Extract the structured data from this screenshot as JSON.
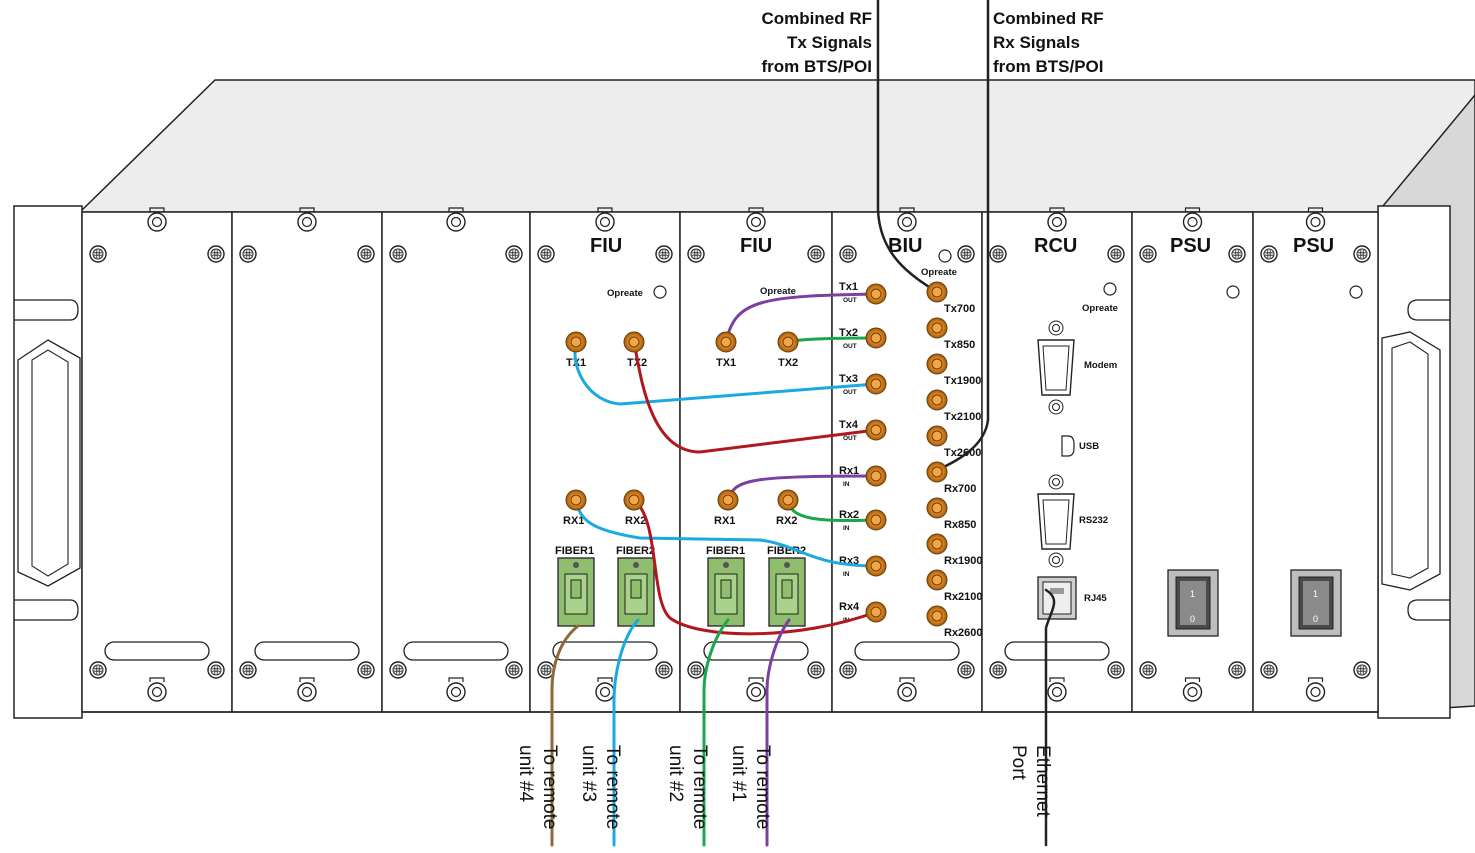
{
  "callouts": {
    "tx_lines": [
      "Combined RF",
      "Tx Signals",
      "from BTS/POI"
    ],
    "rx_lines": [
      "Combined RF",
      "Rx Signals",
      "from BTS/POI"
    ]
  },
  "modules": {
    "fiu": {
      "name": "FIU",
      "operate": "Opreate",
      "tx1": "TX1",
      "tx2": "TX2",
      "rx1": "RX1",
      "rx2": "RX2",
      "fiber1": "FIBER1",
      "fiber2": "FIBER2"
    },
    "biu": {
      "name": "BIU",
      "operate": "Opreate",
      "left_ports": [
        {
          "label": "Tx1",
          "sub": "OUT"
        },
        {
          "label": "Tx2",
          "sub": "OUT"
        },
        {
          "label": "Tx3",
          "sub": "OUT"
        },
        {
          "label": "Tx4",
          "sub": "OUT"
        },
        {
          "label": "Rx1",
          "sub": "IN"
        },
        {
          "label": "Rx2",
          "sub": "IN"
        },
        {
          "label": "Rx3",
          "sub": "IN"
        },
        {
          "label": "Rx4",
          "sub": "IN"
        }
      ],
      "right_ports": [
        "Tx700",
        "Tx850",
        "Tx1900",
        "Tx2100",
        "Tx2600",
        "Rx700",
        "Rx850",
        "Rx1900",
        "Rx2100",
        "Rx2600"
      ]
    },
    "rcu": {
      "name": "RCU",
      "operate": "Opreate",
      "modem": "Modem",
      "usb": "USB",
      "rs232": "RS232",
      "rj45": "RJ45"
    },
    "psu": {
      "name": "PSU",
      "switch_on": "1",
      "switch_off": "0"
    }
  },
  "bottom_labels": {
    "unit4": [
      "To remote",
      "unit #4"
    ],
    "unit3": [
      "To remote",
      "unit #3"
    ],
    "unit2": [
      "To remote",
      "unit #2"
    ],
    "unit1": [
      "To remote",
      "unit #1"
    ],
    "ethernet": [
      "Ethernet",
      "Port"
    ]
  },
  "colors": {
    "purple": "#7b3fa0",
    "green": "#1aa64a",
    "blue": "#1aa9e0",
    "red": "#b0181e",
    "brown": "#8b6b3a",
    "black": "#222222",
    "connector": "#e58a1f",
    "fiber_block": "#8fbf6e"
  }
}
